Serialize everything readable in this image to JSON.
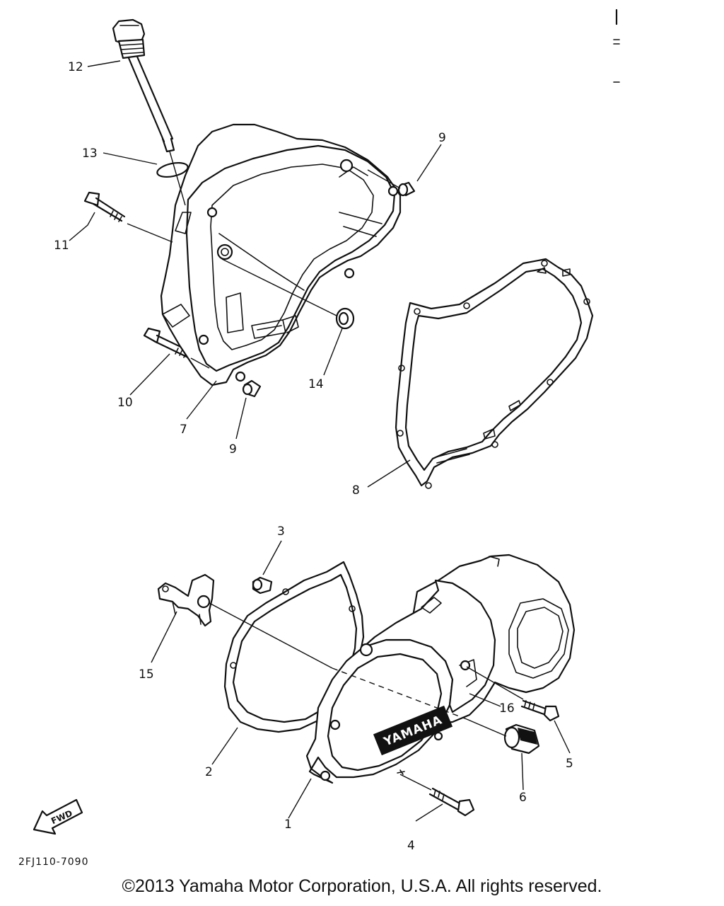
{
  "diagram": {
    "part_numbers": [
      "1",
      "2",
      "3",
      "4",
      "5",
      "6",
      "7",
      "8",
      "9",
      "9",
      "10",
      "11",
      "12",
      "13",
      "14",
      "15",
      "16"
    ],
    "brand_mark": "YAMAHA",
    "fwd_label": "FWD",
    "drawing_code": "2FJ110-7090"
  },
  "footer": {
    "copyright": "©2013 Yamaha Motor Corporation, U.S.A. All rights reserved."
  }
}
